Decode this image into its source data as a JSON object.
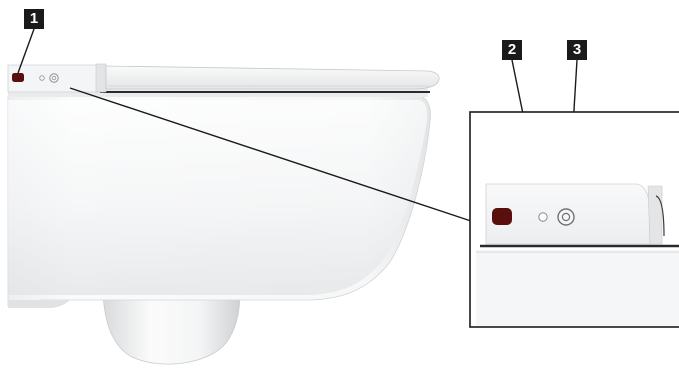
{
  "callouts": [
    {
      "number": "1",
      "meaning": "sensor-window"
    },
    {
      "number": "2",
      "meaning": "indicator-light"
    },
    {
      "number": "3",
      "meaning": "push-button"
    }
  ],
  "colors": {
    "callout_background": "#1a1a1a",
    "callout_text": "#ffffff",
    "ceramic": "#f4f5f6",
    "outline": "#222222",
    "sensor": "#5a0f0f"
  },
  "icons": [
    "toilet-illustration",
    "detail-zoom-panel",
    "sensor-window-icon",
    "indicator-light-icon",
    "push-button-icon"
  ]
}
